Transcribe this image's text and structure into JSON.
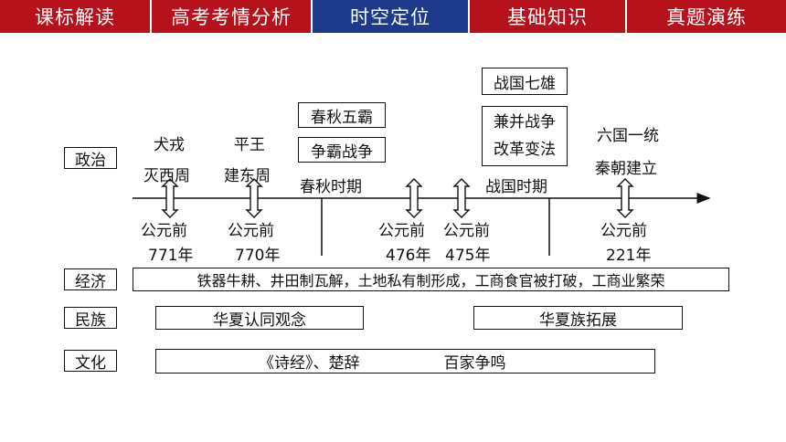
{
  "nav": {
    "tabs": [
      {
        "label": "课标解读"
      },
      {
        "label": "高考考情分析"
      },
      {
        "label": "时空定位"
      },
      {
        "label": "基础知识"
      },
      {
        "label": "真题演练"
      }
    ],
    "active_tab": "时空定位",
    "colors": {
      "bar": "#b5121b",
      "active": "#1e3a8a",
      "text": "#ffffff"
    }
  },
  "rows": {
    "politics": "政治",
    "economy": "经济",
    "ethnicity": "民族",
    "culture": "文化"
  },
  "politics": {
    "ev1": {
      "top": "犬戎",
      "bottom": "灭西周"
    },
    "ev2": {
      "top": "平王",
      "bottom": "建东周"
    },
    "spring_autumn_box1": "春秋五霸",
    "spring_autumn_box2": "争霸战争",
    "spring_autumn_period": "春秋时期",
    "warring_box1": "战国七雄",
    "warring_box2_line1": "兼并战争",
    "warring_box2_line2": "改革变法",
    "warring_period": "战国时期",
    "qin": {
      "top": "六国一统",
      "bottom": "秦朝建立"
    }
  },
  "timeline": {
    "dates": [
      {
        "label": "公元前",
        "year": "771年"
      },
      {
        "label": "公元前",
        "year": "770年"
      },
      {
        "label": "公元前",
        "year": "476年"
      },
      {
        "label": "公元前",
        "year": "475年"
      },
      {
        "label": "公元前",
        "year": "221年"
      }
    ]
  },
  "economy": {
    "text": "铁器牛耕、井田制瓦解，土地私有制形成，工商食官被打破，工商业繁荣"
  },
  "ethnicity": {
    "left": "华夏认同观念",
    "right": "华夏族拓展"
  },
  "culture": {
    "left": "《诗经》、楚辞",
    "right": "百家争鸣"
  }
}
